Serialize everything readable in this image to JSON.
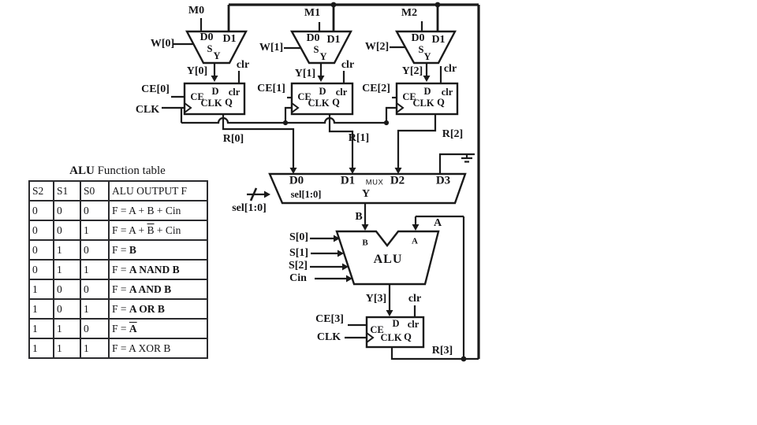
{
  "colors": {
    "ink": "#151517",
    "wire": "#1a1a1a",
    "background": "#ffffff"
  },
  "labels": {
    "m0": "M0",
    "m1": "M1",
    "m2": "M2",
    "w0": "W[0]",
    "w1": "W[1]",
    "w2": "W[2]",
    "d0": "D0",
    "d1": "D1",
    "d2": "D2",
    "d3": "D3",
    "s": "S",
    "y": "Y",
    "y0": "Y[0]",
    "y1": "Y[1]",
    "y2": "Y[2]",
    "y3": "Y[3]",
    "clr": "clr",
    "ce0": "CE[0]",
    "ce1": "CE[1]",
    "ce2": "CE[2]",
    "ce3": "CE[3]",
    "clk": "CLK",
    "ff_d": "D",
    "ff_clr": "clr",
    "ff_ce": "CE",
    "ff_clk": "CLK",
    "ff_q": "Q",
    "r0": "R[0]",
    "r1": "R[1]",
    "r2": "R[2]",
    "r3": "R[3]",
    "mux_tag": "MUX",
    "sel": "sel[1:0]",
    "b": "B",
    "a": "A",
    "alu": "ALU",
    "s0_sig": "S[0]",
    "s1_sig": "S[1]",
    "s2_sig": "S[2]",
    "cin": "Cin"
  },
  "table": {
    "title_bold": "ALU",
    "title_rest": " Function table",
    "headers": [
      "S2",
      "S1",
      "S0",
      "ALU OUTPUT F"
    ],
    "rows": [
      {
        "s2": "0",
        "s1": "0",
        "s0": "0",
        "f": [
          {
            "t": "F = A + B + Cin"
          }
        ]
      },
      {
        "s2": "0",
        "s1": "0",
        "s0": "1",
        "f": [
          {
            "t": "F = A + "
          },
          {
            "t": "B",
            "ov": true
          },
          {
            "t": " + Cin"
          }
        ]
      },
      {
        "s2": "0",
        "s1": "1",
        "s0": "0",
        "f": [
          {
            "t": "F = "
          },
          {
            "t": "B",
            "b": true
          }
        ]
      },
      {
        "s2": "0",
        "s1": "1",
        "s0": "1",
        "f": [
          {
            "t": "F = "
          },
          {
            "t": "A NAND B",
            "b": true
          }
        ]
      },
      {
        "s2": "1",
        "s1": "0",
        "s0": "0",
        "f": [
          {
            "t": "F = "
          },
          {
            "t": "A AND B",
            "b": true
          }
        ]
      },
      {
        "s2": "1",
        "s1": "0",
        "s0": "1",
        "f": [
          {
            "t": "F = "
          },
          {
            "t": "A OR B",
            "b": true
          }
        ]
      },
      {
        "s2": "1",
        "s1": "1",
        "s0": "0",
        "f": [
          {
            "t": "F = "
          },
          {
            "t": "A",
            "ov": true,
            "b": true
          }
        ]
      },
      {
        "s2": "1",
        "s1": "1",
        "s0": "1",
        "f": [
          {
            "t": "F = A XOR B"
          }
        ]
      }
    ]
  }
}
